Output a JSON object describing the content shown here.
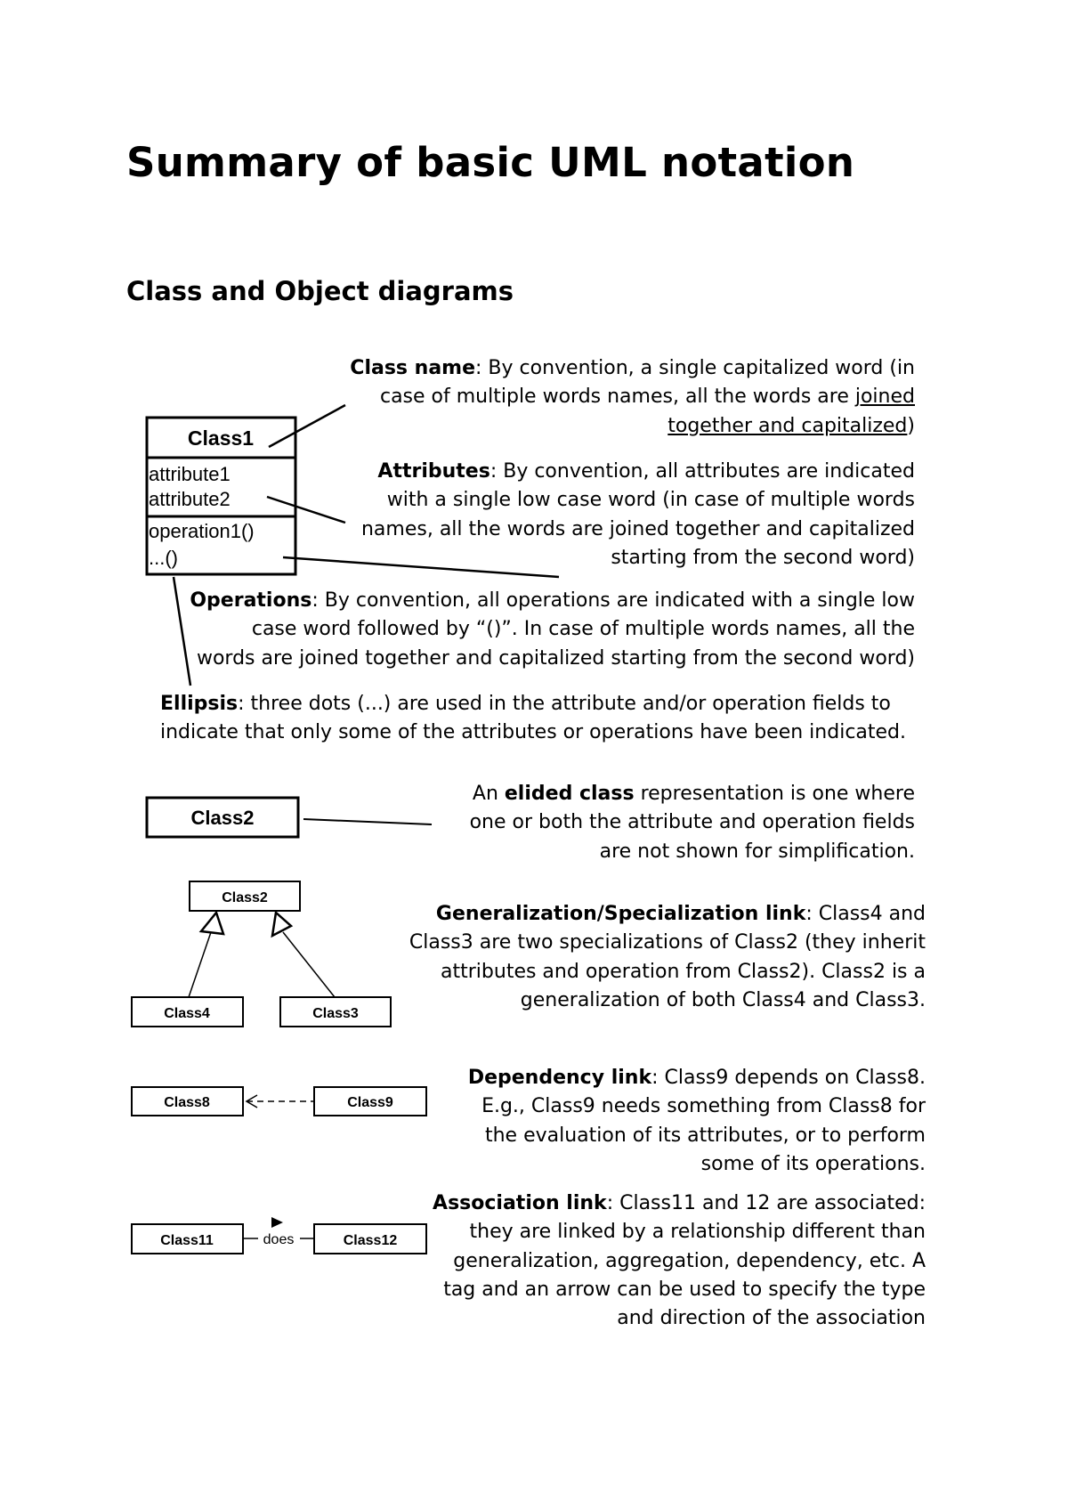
{
  "title": "Summary of basic UML notation",
  "section_heading": "Class and Object diagrams",
  "class_box": {
    "name": "Class1",
    "attributes": [
      "attribute1",
      "attribute2"
    ],
    "operations": [
      "operation1()",
      "...()"
    ]
  },
  "class_name_desc": {
    "term": "Class name",
    "line1": ": By convention, a single capitalized word (in",
    "line2a": "case of multiple words names, all the words are ",
    "line2b": "joined",
    "line3a": "together and capitalized",
    "line3b": ")"
  },
  "attributes_desc": {
    "term": "Attributes",
    "line1": ": By convention, all attributes are indicated",
    "line2": "with a single low case word (in case of multiple words",
    "line3": "names, all the words are joined together and capitalized",
    "line4": "starting from the second word)"
  },
  "operations_desc": {
    "term": "Operations",
    "line1": ": By convention, all operations are indicated with a single low",
    "line2": "case word followed by “()”. In case of multiple words names, all the",
    "line3": "words are joined together and capitalized starting from the second word)"
  },
  "ellipsis_desc": {
    "term": "Ellipsis",
    "line1": ": three dots (...) are used in the attribute and/or operation fields to",
    "line2": "indicate that only some of the attributes or operations have been indicated."
  },
  "elided": {
    "class_name": "Class2",
    "pre": "An ",
    "term": "elided class",
    "line1": " representation is one where",
    "line2": "one or both the attribute and operation fields",
    "line3": "are not shown for simplification."
  },
  "generalization": {
    "parent": "Class2",
    "child_left": "Class4",
    "child_right": "Class3",
    "term": "Generalization/Specialization link",
    "line1": ": Class4 and",
    "line2": "Class3 are two specializations of Class2 (they inherit",
    "line3": "attributes and operation from Class2). Class2 is a",
    "line4": "generalization of both Class4 and Class3."
  },
  "dependency": {
    "supplier": "Class8",
    "client": "Class9",
    "term": "Dependency link",
    "line1": ": Class9 depends on Class8.",
    "line2": "E.g., Class9 needs something from Class8 for",
    "line3": "the evaluation of its attributes, or to perform",
    "line4": "some of its operations."
  },
  "association": {
    "left": "Class11",
    "right": "Class12",
    "tag": "does",
    "term": "Association link",
    "line1": ": Class11 and 12 are associated:",
    "line2": "they are linked by a relationship different than",
    "line3": "generalization, aggregation, dependency, etc.  A",
    "line4": "tag and an arrow can be used to specify the type",
    "line5": "and direction of the association"
  }
}
